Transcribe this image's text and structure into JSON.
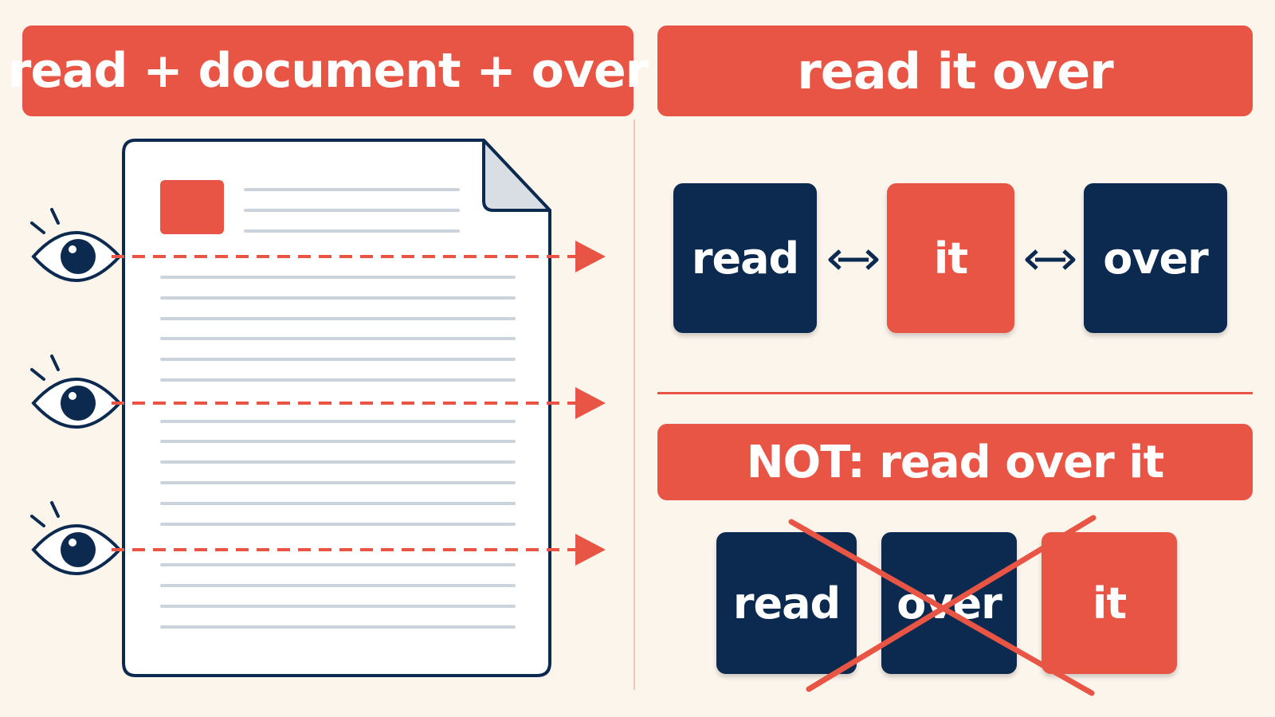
{
  "left_panel": {
    "title": "read + document + over",
    "icons": [
      "eye-icon",
      "document-icon",
      "arrow-right-icon"
    ]
  },
  "right_panel": {
    "title": "read it over",
    "correct_order": [
      "read",
      "it",
      "over"
    ],
    "wrong_title": "NOT: read over it",
    "wrong_order": [
      "read",
      "over",
      "it"
    ]
  },
  "colors": {
    "accent_red": "#e85544",
    "navy": "#0c2a4f",
    "background": "#fcf5ec",
    "text_line_gray": "#cbd3dc"
  }
}
